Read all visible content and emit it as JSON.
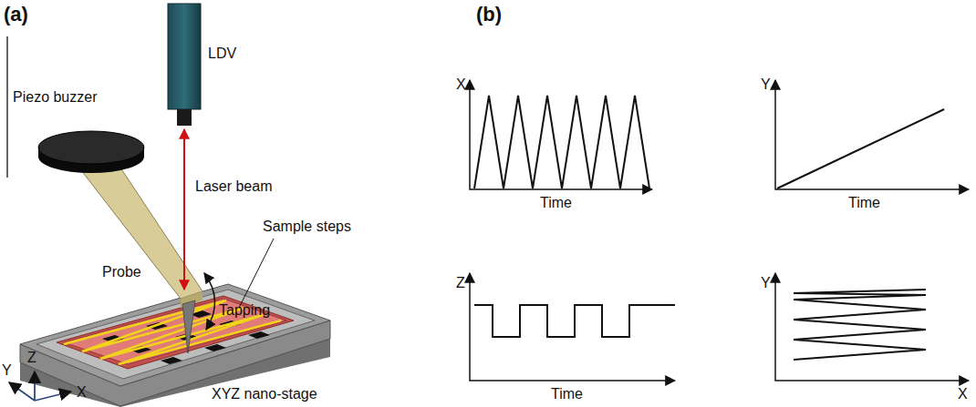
{
  "diagram": {
    "labels": [
      "(a)",
      "LDV",
      "Piezo buzzer",
      "Laser beam",
      "Probe",
      "Tapping",
      "Sample steps",
      "Y",
      "Z",
      "X",
      "XYZ nano-stage",
      "(b)",
      "X",
      "Time",
      "Y",
      "Time",
      "Z",
      "Time",
      "Y",
      "X"
    ]
  }
}
